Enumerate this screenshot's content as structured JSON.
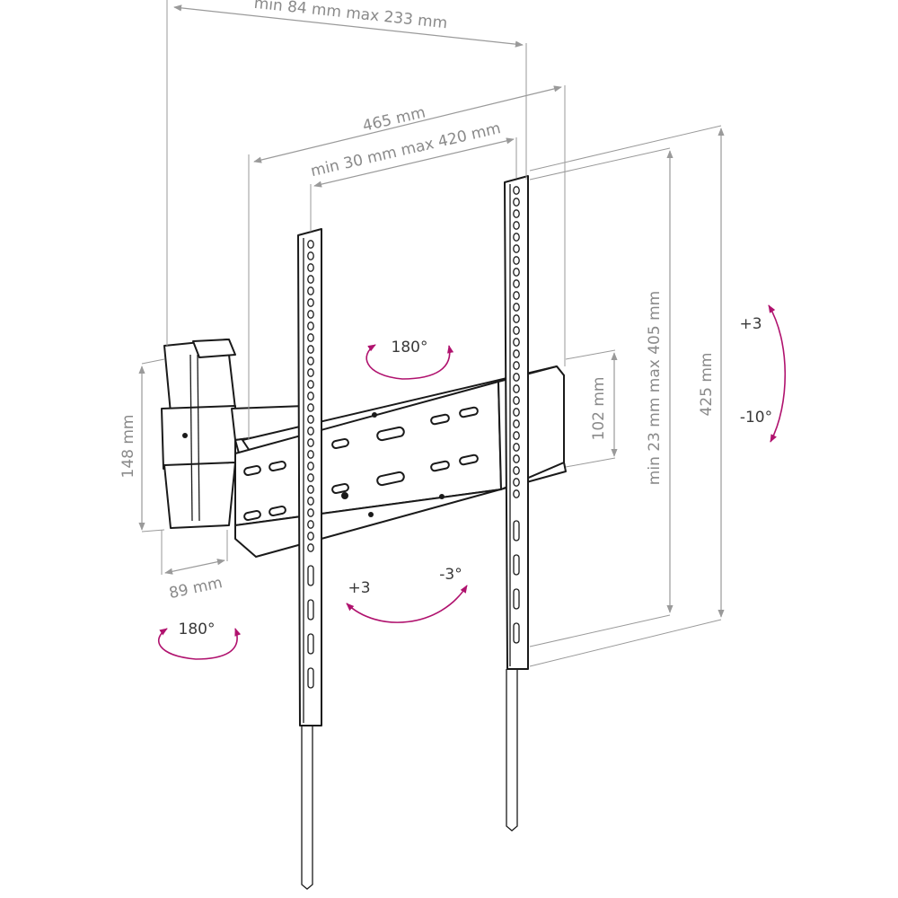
{
  "colors": {
    "dimension": "#8a8a8a",
    "rotation_arrow": "#b0126e",
    "outline": "#1a1a1a",
    "rotation_text": "#3a3a3a",
    "background": "#ffffff"
  },
  "dimensions": {
    "arm_extension": "min 84 mm max 233 mm",
    "total_width": "465 mm",
    "vesa_horizontal": "min 30 mm max 420 mm",
    "wall_plate_height": "148 mm",
    "wall_plate_width": "89 mm",
    "bracket_height": "102 mm",
    "vesa_vertical": "min 23 mm max 405 mm",
    "total_height": "425 mm"
  },
  "rotations": {
    "wall_swivel": "180°",
    "arm_swivel": "180°",
    "level_plus": "+3",
    "level_minus": "-3°",
    "tilt_up": "+3",
    "tilt_down": "-10°"
  }
}
